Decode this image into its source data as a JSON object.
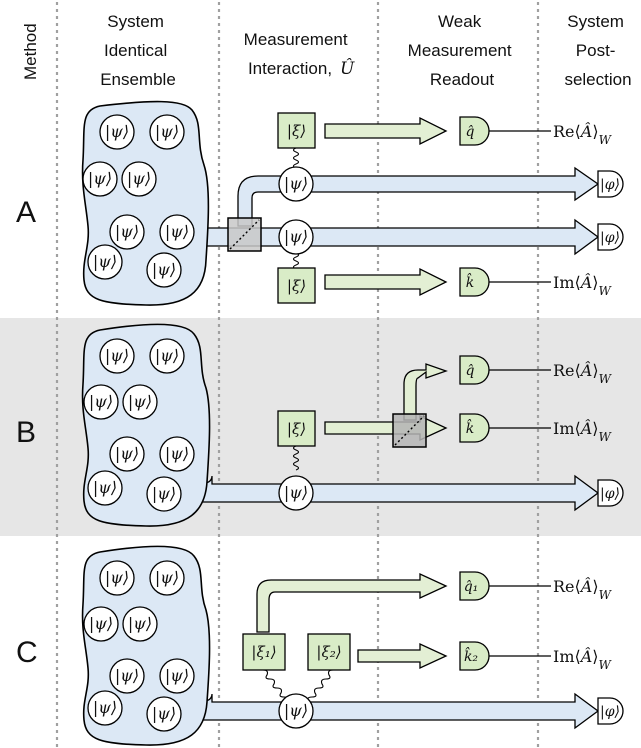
{
  "headers": {
    "method": "Method",
    "ensemble": [
      "System",
      "Identical",
      "Ensemble"
    ],
    "interaction": [
      "Measurement",
      "Interaction, "
    ],
    "interaction_op": "Û",
    "readout": [
      "Weak",
      "Measurement",
      "Readout"
    ],
    "postselection": [
      "System",
      "Post-",
      "selection"
    ]
  },
  "sections": [
    "A",
    "B",
    "C"
  ],
  "labels": {
    "psi": "|ψ⟩",
    "phi": "|φ⟩",
    "xi": "|ξ⟩",
    "xi1": "|ξ₁⟩",
    "xi2": "|ξ₂⟩",
    "q": "q̂",
    "k": "k̂",
    "q1": "q̂₁",
    "k2": "k̂₂",
    "re_prefix": "Re⟨",
    "im_prefix": "Im⟨",
    "op": "Â",
    "close": "⟩",
    "sub": "W"
  },
  "colors": {
    "band": "#e6e6e6",
    "quantum_beam": "#dce8f5",
    "meter_beam": "#e3efd4",
    "meter_box": "#d9ecc7",
    "separator": "#a0a0a0"
  }
}
